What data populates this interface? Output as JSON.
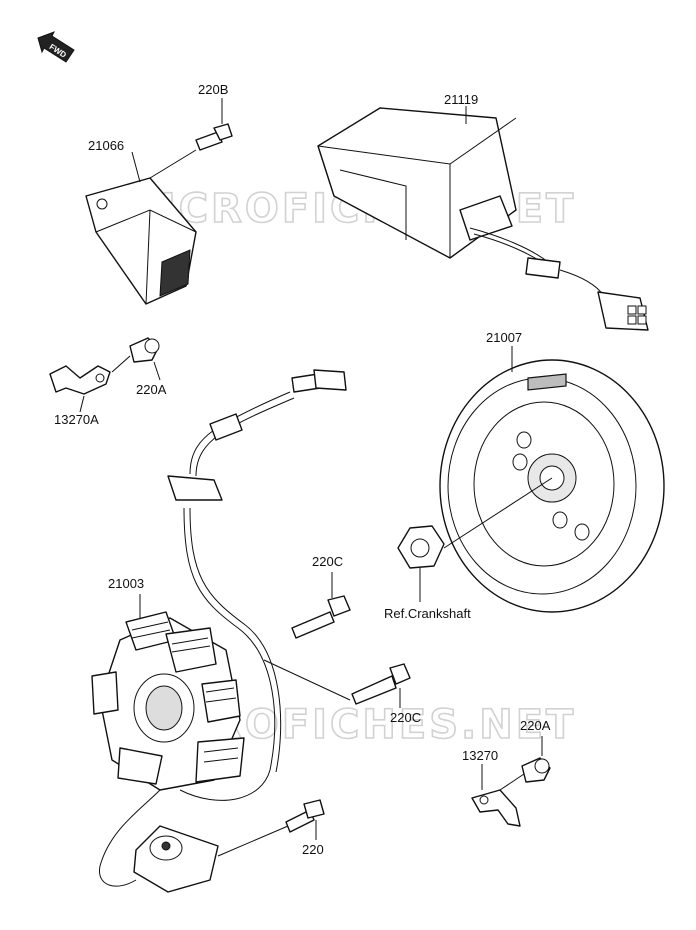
{
  "watermark": "MICROFICHES.NET",
  "fwd": "FWD",
  "callouts": {
    "p21066": "21066",
    "p220B": "220B",
    "p21119": "21119",
    "p13270A": "13270A",
    "p220A_top": "220A",
    "p21007": "21007",
    "p21003": "21003",
    "p220C_top": "220C",
    "p220C_mid": "220C",
    "ref_crankshaft": "Ref.Crankshaft",
    "p220A_bottom": "220A",
    "p13270": "13270",
    "p220": "220"
  }
}
